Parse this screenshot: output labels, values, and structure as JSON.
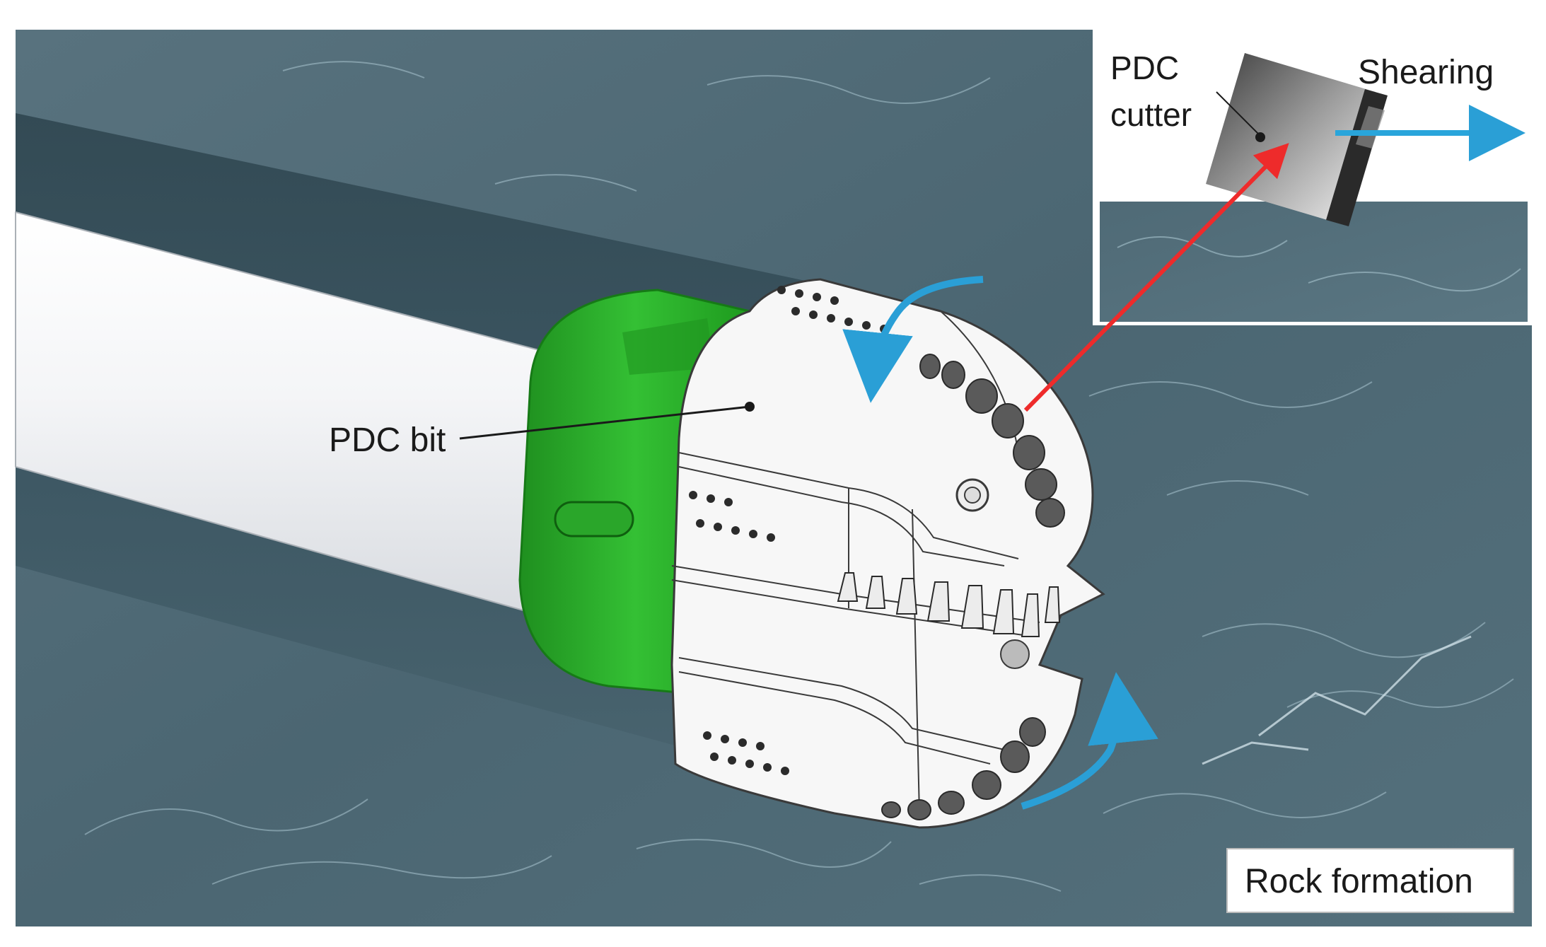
{
  "labels": {
    "pdc_bit": "PDC bit",
    "pdc_cutter_line1": "PDC",
    "pdc_cutter_line2": "cutter",
    "shearing": "Shearing",
    "rock_formation": "Rock formation"
  },
  "colors": {
    "rock": "#4f6b77",
    "rock_dark": "#3c5560",
    "rock_streak": "#a9c4cf",
    "pipe": "#f2f3f5",
    "bit_body": "#f7f7f7",
    "green_ring": "#2fae2f",
    "cutter": "#5a5a5a",
    "rotation_arrow": "#2a9fd6",
    "shear_arrow": "#29a5db",
    "link_arrow": "#ee2b2b"
  },
  "icons": {
    "rotation_top": "curved-arrow-icon",
    "rotation_bottom": "curved-arrow-icon",
    "shear": "right-arrow-icon",
    "link": "red-arrow-icon"
  }
}
